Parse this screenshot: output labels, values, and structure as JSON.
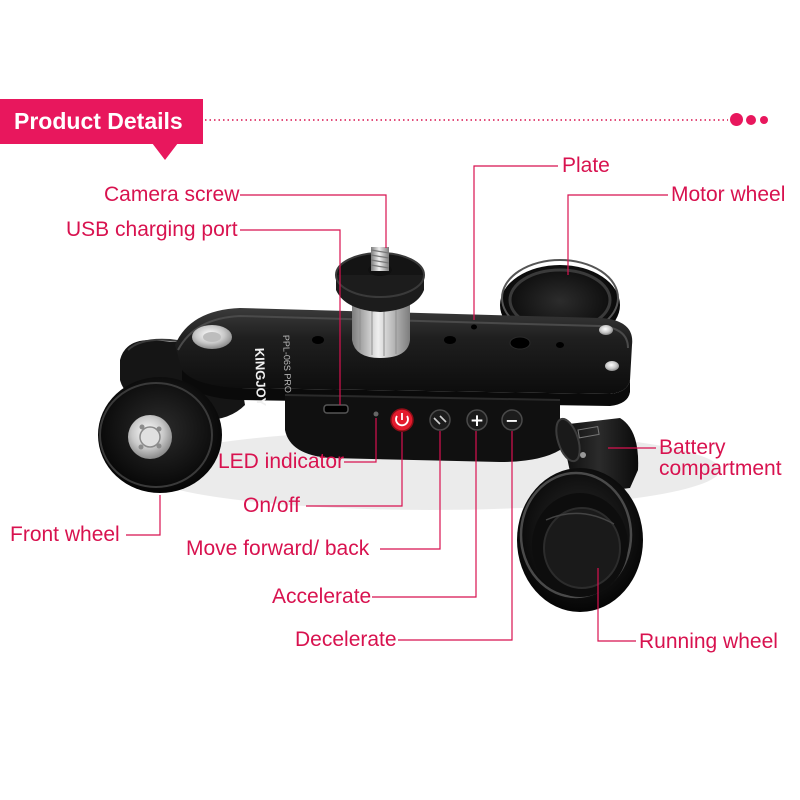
{
  "header": {
    "title": "Product Details"
  },
  "product": {
    "brand": "KINGJOY",
    "model": "PPL-06S PRO"
  },
  "labels": {
    "plate": "Plate",
    "camera_screw": "Camera screw",
    "motor_wheel": "Motor wheel",
    "usb_port": "USB charging port",
    "battery_line1": "Battery",
    "battery_line2": "compartment",
    "led": "LED indicator",
    "onoff": "On/off",
    "front_wheel": "Front wheel",
    "move": "Move forward/ back",
    "accelerate": "Accelerate",
    "decelerate": "Decelerate",
    "running_wheel": "Running wheel"
  },
  "buttons": {
    "plus": "+",
    "minus": "−"
  },
  "colors": {
    "accent": "#e8175d",
    "label": "#d8124f",
    "device": "#141414"
  }
}
